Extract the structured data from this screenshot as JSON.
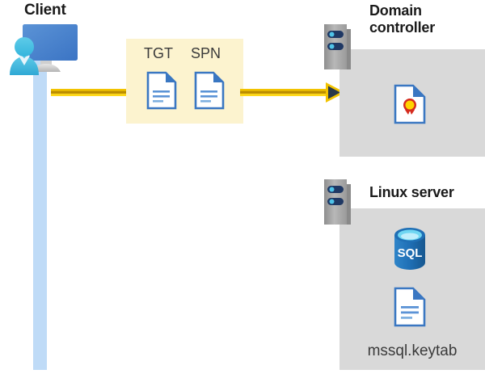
{
  "diagram": {
    "title_client": "Client",
    "colors": {
      "arrow_gold": "#f2c300",
      "arrow_dark": "#b88a00",
      "highlight_yellow": "#fcf3cf",
      "panel_gray": "#d9d9d9",
      "lifeline_blue": "#bfdbf7",
      "doc_blue": "#3a77c2",
      "server_navy": "#1f3864",
      "seal_gold": "#ffd400",
      "ribbon_red": "#d52b1e",
      "sql_blue": "#1f6fb5",
      "text_dark": "#1a1a1a"
    }
  },
  "client": {
    "label": "Client",
    "icon": "user-computer-icon",
    "lifeline": "client-lifeline"
  },
  "tokens": {
    "box_name": "token-highlight-box",
    "items": [
      {
        "label": "TGT",
        "icon": "document-icon"
      },
      {
        "label": "SPN",
        "icon": "document-icon"
      }
    ]
  },
  "arrow": {
    "name": "client-to-dc-arrow",
    "direction": "right"
  },
  "domain_controller": {
    "title_line1": "Domain",
    "title_line2": "controller",
    "server_icon": "server-rack-icon",
    "contents": [
      {
        "name": "certificate-icon",
        "label": ""
      }
    ]
  },
  "linux_server": {
    "title": "Linux server",
    "server_icon": "server-rack-icon",
    "contents": [
      {
        "name": "sql-database-icon",
        "label": "SQL"
      },
      {
        "name": "keytab-document-icon",
        "label": "mssql.keytab"
      }
    ]
  }
}
